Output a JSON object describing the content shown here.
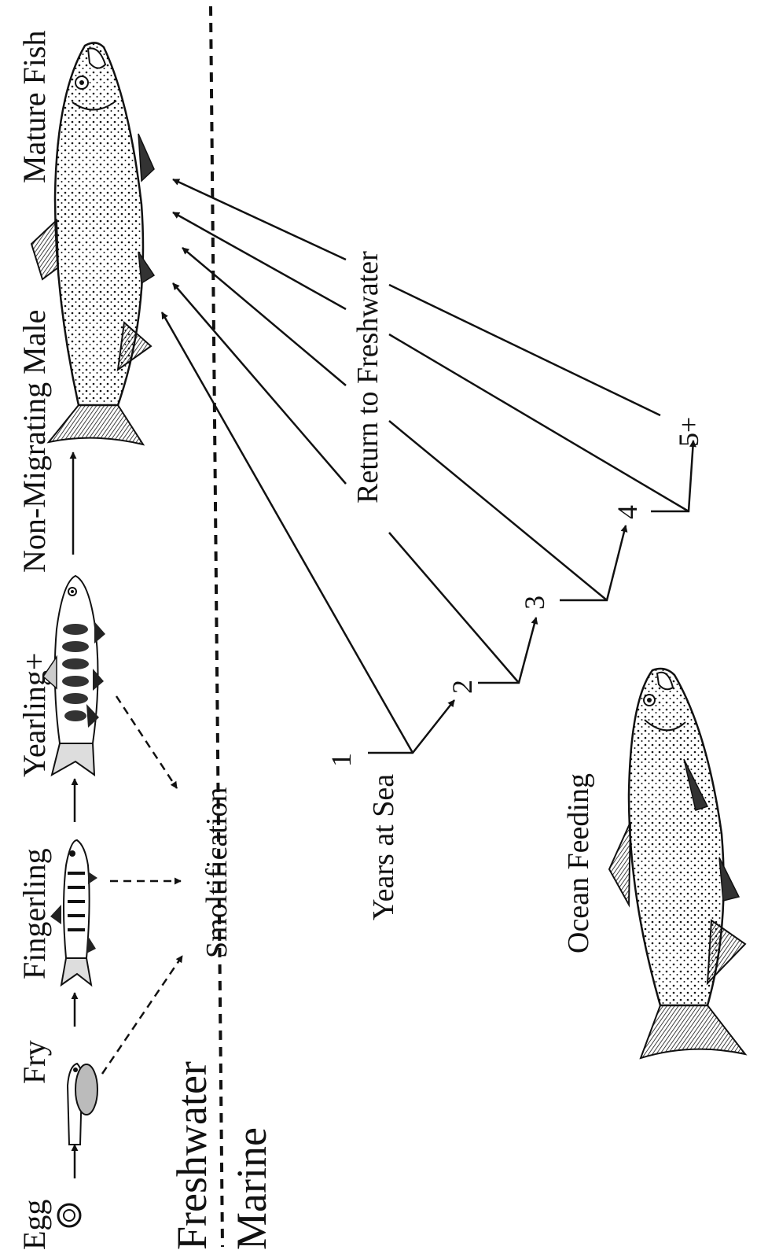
{
  "labels": {
    "egg": "Egg",
    "fry": "Fry",
    "fingerling": "Fingerling",
    "yearling": "Yearling+",
    "non_migrating_male": "Non-Migrating Male",
    "mature_fish": "Mature Fish",
    "smoltification": "Smoltification",
    "freshwater": "Freshwater",
    "marine": "Marine",
    "return_to_freshwater": "Return to Freshwater",
    "years_at_sea": "Years at Sea",
    "ocean_feeding": "Ocean Feeding"
  },
  "sea_years": [
    "1",
    "2",
    "3",
    "4",
    "5+"
  ],
  "colors": {
    "ink": "#111111",
    "background": "#ffffff"
  }
}
